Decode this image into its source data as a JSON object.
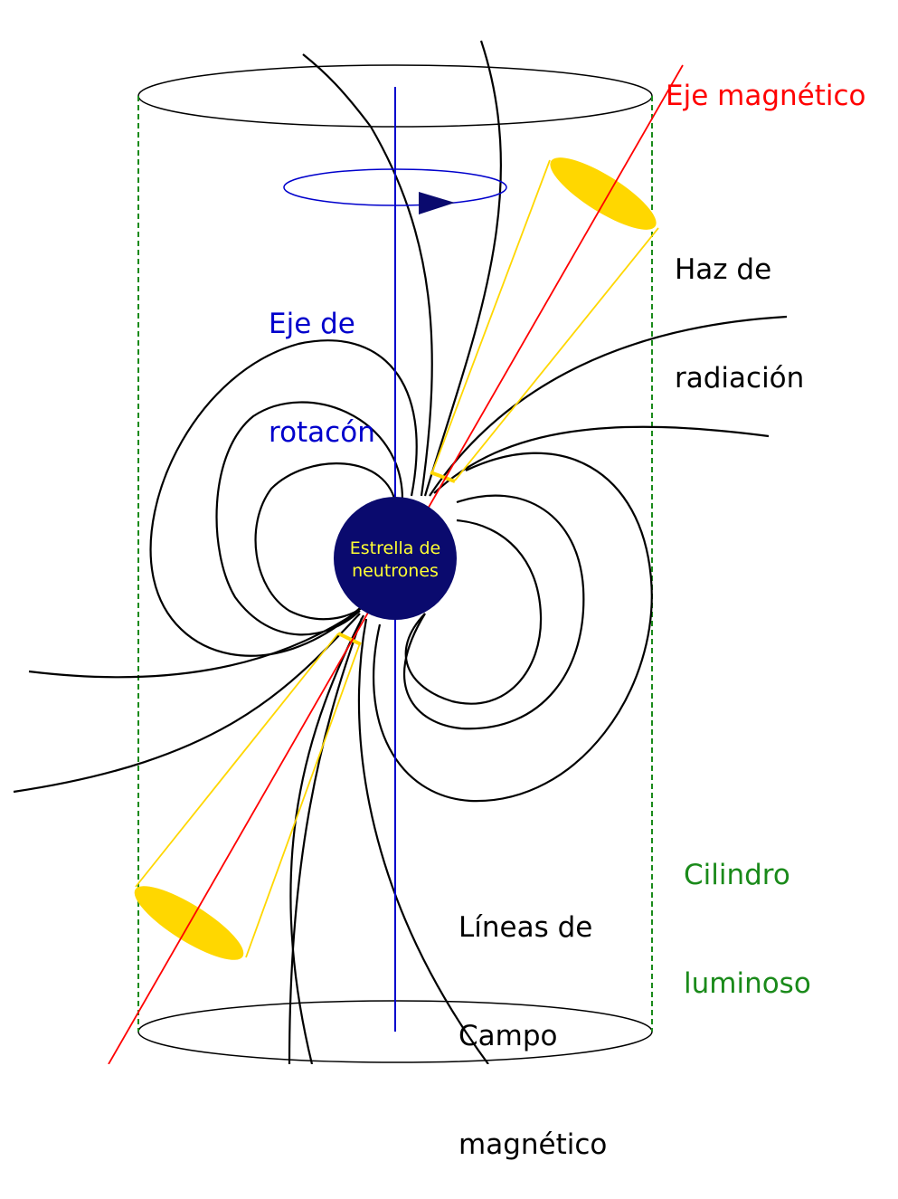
{
  "labels": {
    "magnetic_axis": "Eje magnético",
    "radiation_beam": [
      "Haz de",
      "radiación"
    ],
    "rotation_axis": [
      "Eje de",
      "rotacón"
    ],
    "neutron_star": [
      "Estrella de",
      "neutrones"
    ],
    "light_cylinder": [
      "Cilindro",
      "luminoso"
    ],
    "field_lines": [
      "Líneas de",
      "Campo",
      "magnético"
    ]
  },
  "colors": {
    "magnetic_axis": "#ff0000",
    "rotation_axis": "#0000cc",
    "light_cylinder": "#1a8a1a",
    "beam": "#ffd700",
    "star": "#0a0a6e",
    "star_text": "#ffff33",
    "field_lines": "#000000"
  }
}
